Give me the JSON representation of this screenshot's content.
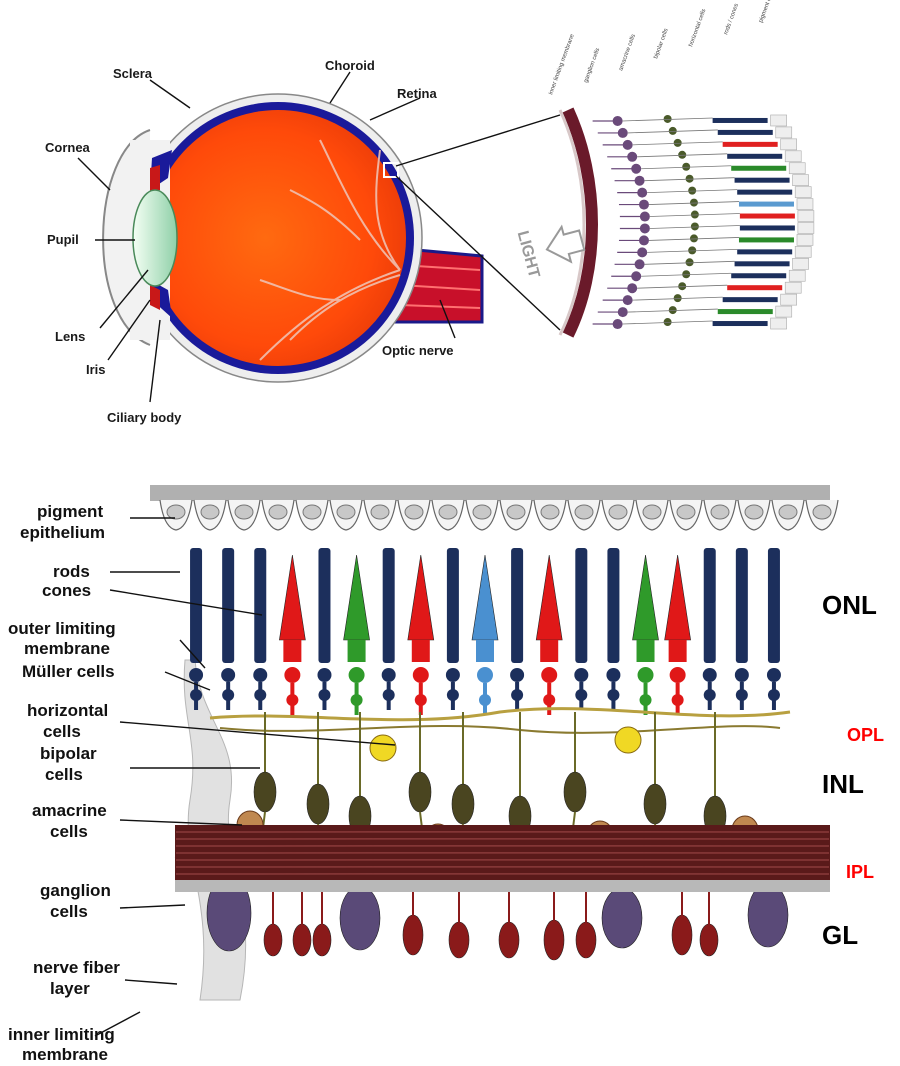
{
  "eye": {
    "labels": {
      "sclera": "Sclera",
      "choroid": "Choroid",
      "retina": "Retina",
      "cornea": "Cornea",
      "pupil": "Pupil",
      "lens": "Lens",
      "iris": "Iris",
      "ciliary_body": "Ciliary body",
      "optic_nerve": "Optic nerve"
    }
  },
  "inset": {
    "light_label": "LIGHT",
    "cell_labels": [
      "inner limiting membrane",
      "ganglion cells",
      "amacrine cells",
      "bipolar cells",
      "horizontal cells",
      "rods / cones",
      "pigment epithelium"
    ]
  },
  "retina": {
    "labels": {
      "pigment_epithelium_1": "pigment",
      "pigment_epithelium_2": "epithelium",
      "rods": "rods",
      "cones": "cones",
      "olm_1": "outer limiting",
      "olm_2": "membrane",
      "muller": "Müller cells",
      "horizontal_1": "horizontal",
      "horizontal_2": "cells",
      "bipolar_1": "bipolar",
      "bipolar_2": "cells",
      "amacrine_1": "amacrine",
      "amacrine_2": "cells",
      "ganglion_1": "ganglion",
      "ganglion_2": "cells",
      "nfl_1": "nerve fiber",
      "nfl_2": "layer",
      "ilm_1": "inner limiting",
      "ilm_2": "membrane"
    },
    "layers": [
      {
        "key": "onl",
        "text": "ONL",
        "color": "#000000"
      },
      {
        "key": "opl",
        "text": "OPL",
        "color": "#ff0000"
      },
      {
        "key": "inl",
        "text": "INL",
        "color": "#000000"
      },
      {
        "key": "ipl",
        "text": "IPL",
        "color": "#ff0000"
      },
      {
        "key": "gl",
        "text": "GL",
        "color": "#000000"
      }
    ],
    "photoreceptor_sequence": [
      "rod",
      "rod",
      "rod",
      "cone-red",
      "rod",
      "cone-green",
      "rod",
      "cone-red",
      "rod",
      "cone-blue",
      "rod",
      "cone-red",
      "rod",
      "rod",
      "cone-green",
      "cone-red",
      "rod",
      "rod",
      "rod"
    ],
    "colors": {
      "rod": "#1c2f5c",
      "cone_red": "#e01818",
      "cone_green": "#2f9a2a",
      "cone_blue": "#4a90d0",
      "horizontal": "#f0d824",
      "bipolar": "#4a4520",
      "amacrine": "#c08850",
      "ganglion": "#5a4a78",
      "nerve_fiber": "#5a1a1a"
    }
  }
}
